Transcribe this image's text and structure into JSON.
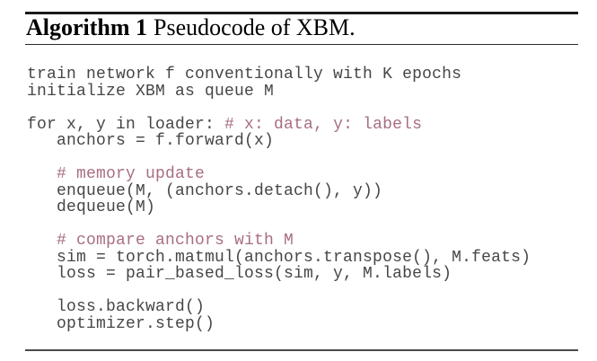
{
  "header": {
    "label": "Algorithm 1",
    "title": "Pseudocode of XBM."
  },
  "colors": {
    "background": "#ffffff",
    "code_text": "#464646",
    "comment_text": "#a86e82",
    "rule_dark": "#1a1a1a",
    "rule_mid": "#2b2b2b",
    "rule_light": "#4a4a4a"
  },
  "code": {
    "language_hint": "python-pseudocode",
    "lines": [
      {
        "segments": [
          {
            "text": "train network f conventionally with K epochs",
            "style": "code"
          }
        ]
      },
      {
        "segments": [
          {
            "text": "initialize XBM as queue M",
            "style": "code"
          }
        ]
      },
      {
        "segments": []
      },
      {
        "segments": [
          {
            "text": "for x, y in loader: ",
            "style": "code"
          },
          {
            "text": "# x: data, y: labels",
            "style": "comment"
          }
        ]
      },
      {
        "segments": [
          {
            "text": "   anchors = f.forward(x)",
            "style": "code"
          }
        ]
      },
      {
        "segments": []
      },
      {
        "segments": [
          {
            "text": "   ",
            "style": "code"
          },
          {
            "text": "# memory update",
            "style": "comment"
          }
        ]
      },
      {
        "segments": [
          {
            "text": "   enqueue(M, (anchors.detach(), y))",
            "style": "code"
          }
        ]
      },
      {
        "segments": [
          {
            "text": "   dequeue(M)",
            "style": "code"
          }
        ]
      },
      {
        "segments": []
      },
      {
        "segments": [
          {
            "text": "   ",
            "style": "code"
          },
          {
            "text": "# compare anchors with M",
            "style": "comment"
          }
        ]
      },
      {
        "segments": [
          {
            "text": "   sim = torch.matmul(anchors.transpose(), M.feats)",
            "style": "code"
          }
        ]
      },
      {
        "segments": [
          {
            "text": "   loss = pair_based_loss(sim, y, M.labels)",
            "style": "code"
          }
        ]
      },
      {
        "segments": []
      },
      {
        "segments": [
          {
            "text": "   loss.backward()",
            "style": "code"
          }
        ]
      },
      {
        "segments": [
          {
            "text": "   optimizer.step()",
            "style": "code"
          }
        ]
      }
    ]
  }
}
